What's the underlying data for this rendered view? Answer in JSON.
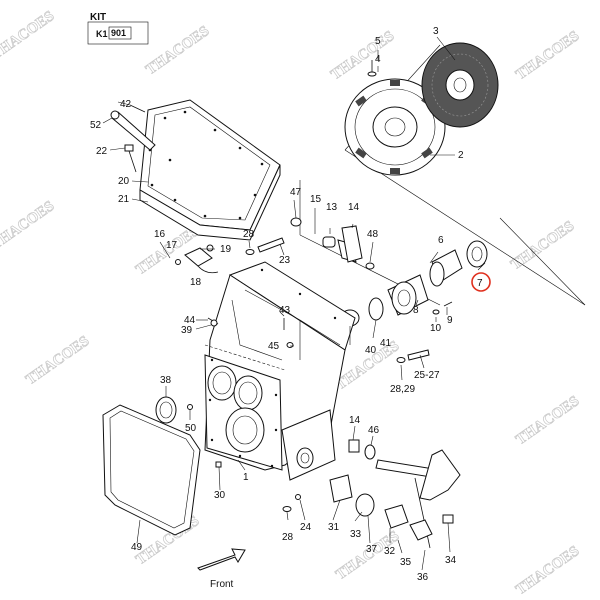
{
  "kit": {
    "title": "KIT",
    "code": "K1",
    "number": "901"
  },
  "watermark": "THACOES",
  "front_label": "Front",
  "selected_callout": "7",
  "callouts": {
    "c1": "1",
    "c2": "2",
    "c3": "3",
    "c4": "4",
    "c5": "5",
    "c6": "6",
    "c8": "8",
    "c9": "9",
    "c10": "10",
    "c13": "13",
    "c14": "14",
    "c15": "15",
    "c16": "16",
    "c17": "17",
    "c18": "18",
    "c19": "19",
    "c20": "20",
    "c21": "21",
    "c22": "22",
    "c23": "23",
    "c24": "24",
    "c25_27": "25-27",
    "c28a": "28",
    "c28b": "28",
    "c28_29": "28,29",
    "c30": "30",
    "c31": "31",
    "c32": "32",
    "c33": "33",
    "c34": "34",
    "c35": "35",
    "c36": "36",
    "c37": "37",
    "c38": "38",
    "c39": "39",
    "c40": "40",
    "c41": "41",
    "c42": "42",
    "c43": "43",
    "c44": "44",
    "c45": "45",
    "c46": "46",
    "c47": "47",
    "c48": "48",
    "c49": "49",
    "c50": "50",
    "c52": "52"
  },
  "colors": {
    "selection_ring": "#e0301e",
    "line": "#111111",
    "watermark": "#c9c9c9"
  }
}
